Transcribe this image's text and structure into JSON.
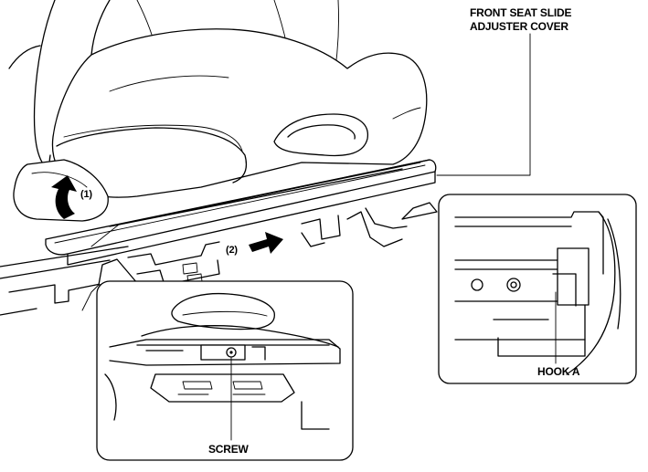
{
  "labels": {
    "front_seat_slide_adjuster_cover_line1": "FRONT SEAT SLIDE",
    "front_seat_slide_adjuster_cover_line2": "ADJUSTER COVER",
    "hook_a": "HOOK A",
    "screw": "SCREW",
    "step_1": "(1)",
    "step_2": "(2)"
  }
}
